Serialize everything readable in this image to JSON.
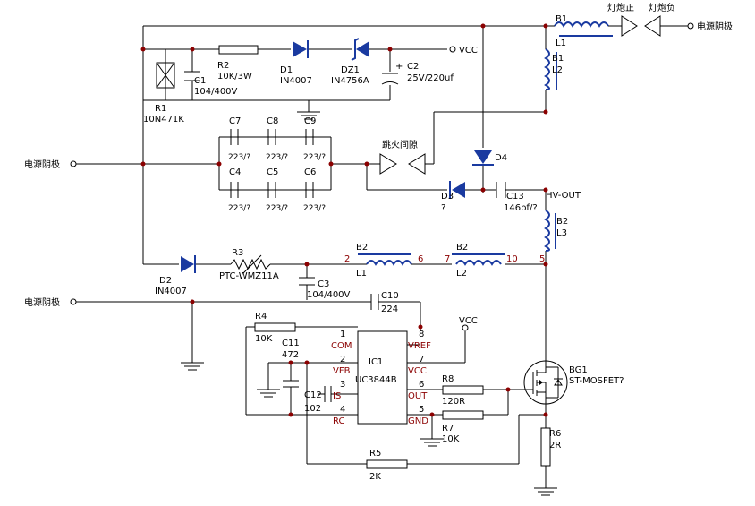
{
  "terminals": {
    "vcc_top": "VCC",
    "vcc_ic": "VCC",
    "lamp_pos": "灯炮正",
    "lamp_neg": "灯炮负",
    "power_out": "电源阴极",
    "power_in_1": "电源阴极",
    "power_in_2": "电源阴极"
  },
  "components": {
    "R1": {
      "ref": "R1",
      "value": "10N471K"
    },
    "R2": {
      "ref": "R2",
      "value": "10K/3W"
    },
    "C1": {
      "ref": "C1",
      "value": "104/400V"
    },
    "D1": {
      "ref": "D1",
      "value": "IN4007"
    },
    "DZ1": {
      "ref": "DZ1",
      "value": "IN4756A"
    },
    "C2": {
      "ref": "C2",
      "value": "25V/220uf",
      "polarity": "+"
    },
    "C4": {
      "ref": "C4",
      "value": "223/?"
    },
    "C5": {
      "ref": "C5",
      "value": "223/?"
    },
    "C6": {
      "ref": "C6",
      "value": "223/?"
    },
    "C7": {
      "ref": "C7",
      "value": "223/?"
    },
    "C8": {
      "ref": "C8",
      "value": "223/?"
    },
    "C9": {
      "ref": "C9",
      "value": "223/?"
    },
    "gap": {
      "value": "跳火间隙"
    },
    "D2": {
      "ref": "D2",
      "value": "IN4007"
    },
    "R3": {
      "ref": "R3",
      "value": "PTC-WMZ11A"
    },
    "C3": {
      "ref": "C3",
      "value": "104/400V"
    },
    "C10": {
      "ref": "C10",
      "value": "224"
    },
    "R4": {
      "ref": "R4",
      "value": "10K"
    },
    "C11": {
      "ref": "C11",
      "value": "472"
    },
    "C12": {
      "ref": "C12",
      "value": "102"
    },
    "IC1": {
      "ref": "IC1",
      "value": "UC3844B"
    },
    "R8": {
      "ref": "R8",
      "value": "120R"
    },
    "R7": {
      "ref": "R7",
      "value": "10K"
    },
    "R5": {
      "ref": "R5",
      "value": "2K"
    },
    "R6": {
      "ref": "R6",
      "value": "2R"
    },
    "BG1": {
      "ref": "BG1",
      "value": "ST-MOSFET?"
    },
    "D3": {
      "ref": "D3",
      "value": "?"
    },
    "D4": {
      "ref": "D4"
    },
    "C13": {
      "ref": "C13",
      "value": "146pf/?"
    },
    "hvout": "HV-OUT",
    "B1L1": {
      "ref": "B1",
      "sub": "L1"
    },
    "B1L2": {
      "ref": "B1",
      "sub": "L2"
    },
    "B2L3": {
      "ref": "B2",
      "sub": "L3"
    },
    "B2L1": {
      "ref": "B2",
      "sub": "L1"
    },
    "B2L2": {
      "ref": "B2",
      "sub": "L2"
    }
  },
  "ic_pins": {
    "left": [
      {
        "num": "1",
        "name": "COM"
      },
      {
        "num": "2",
        "name": "VFB"
      },
      {
        "num": "3",
        "name": "IS"
      },
      {
        "num": "4",
        "name": "RC"
      }
    ],
    "right": [
      {
        "num": "8",
        "name": "VREF"
      },
      {
        "num": "7",
        "name": "VCC"
      },
      {
        "num": "6",
        "name": "OUT"
      },
      {
        "num": "5",
        "name": "GND"
      }
    ]
  },
  "winding_pins": {
    "p2": "2",
    "p6": "6",
    "p7": "7",
    "p10": "10",
    "p5": "5"
  }
}
